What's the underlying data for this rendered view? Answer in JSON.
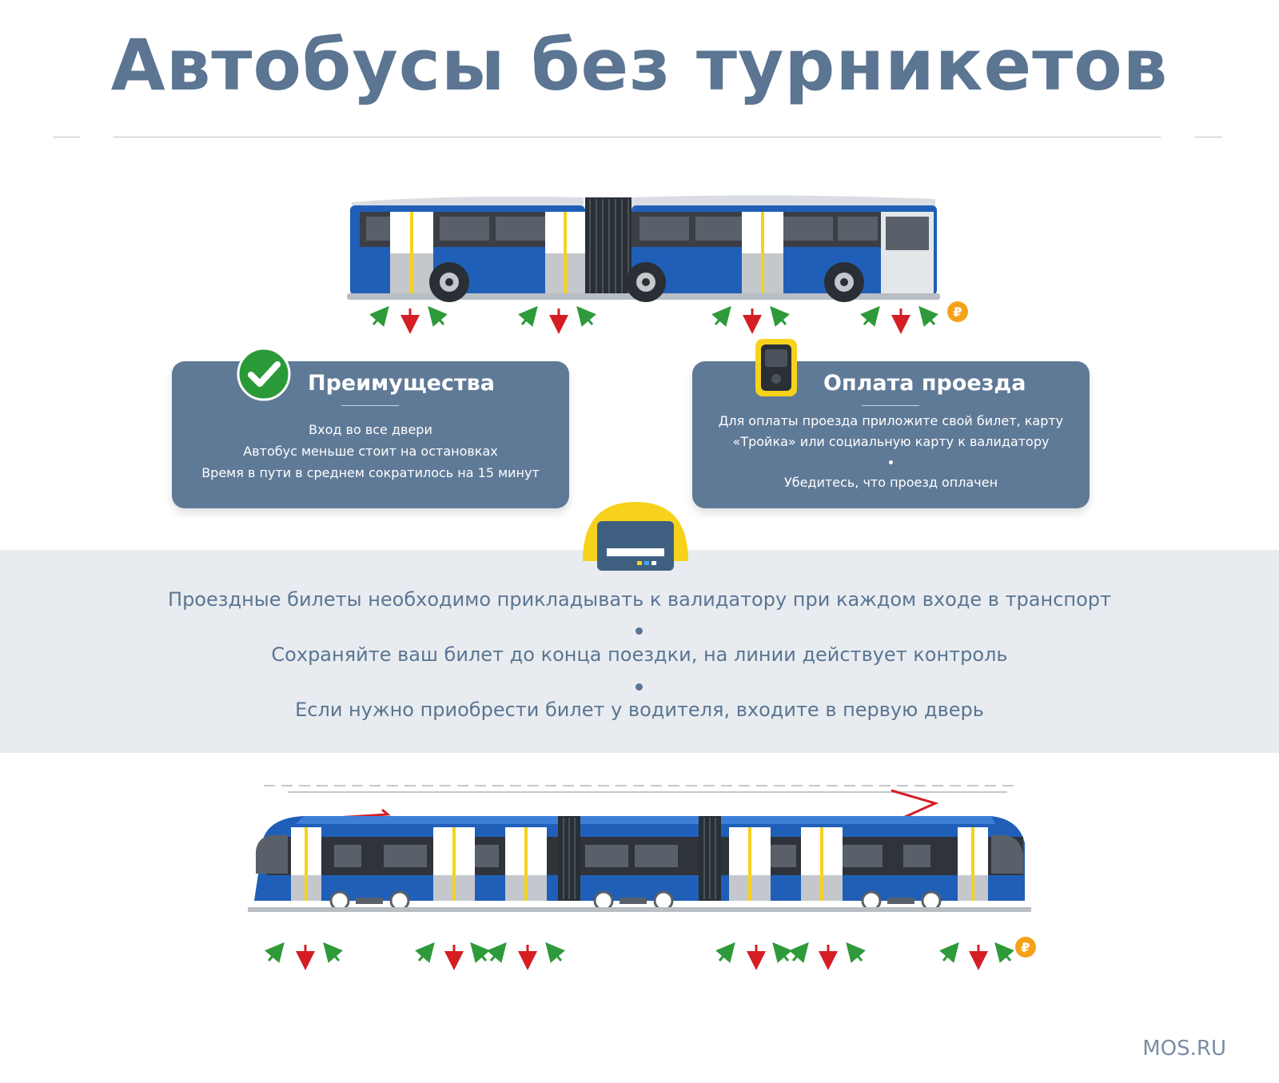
{
  "header": {
    "title": "Автобусы без турникетов"
  },
  "advantages": {
    "title": "Преимущества",
    "items": [
      "Вход во все двери",
      "Автобус меньше стоит на остановках",
      "Время в пути в среднем сократилось на 15 минут"
    ]
  },
  "payment": {
    "title": "Оплата проезда",
    "line1": "Для оплаты проезда приложите свой билет, карту",
    "line2": "«Тройка» или социальную карту к валидатору",
    "line3": "Убедитесь, что проезд оплачен"
  },
  "rules": {
    "items": [
      "Проездные билеты необходимо прикладывать к валидатору при каждом входе в транспорт",
      "Сохраняйте ваш билет до конца поездки, на линии действует контроль",
      "Если нужно приобрести билет у водителя, входите в первую дверь"
    ]
  },
  "icons": {
    "bus": "articulated-bus-illustration",
    "tram": "tram-illustration",
    "check": "check-icon",
    "validator": "validator-icon",
    "ruble": "ruble-coin-icon",
    "entry_arrow": "entry-arrow-icon",
    "exit_arrow": "exit-arrow-icon"
  },
  "colors": {
    "title": "#5b7592",
    "card": "#5f7a97",
    "band": "#e8ecf0",
    "vehicle_blue": "#1f5fb8",
    "accent_yellow": "#f7d21c",
    "entry_green": "#2e9a3a",
    "exit_red": "#d41e24",
    "coin_orange": "#f5a21b"
  },
  "footer": {
    "brand": "MOS.RU"
  }
}
